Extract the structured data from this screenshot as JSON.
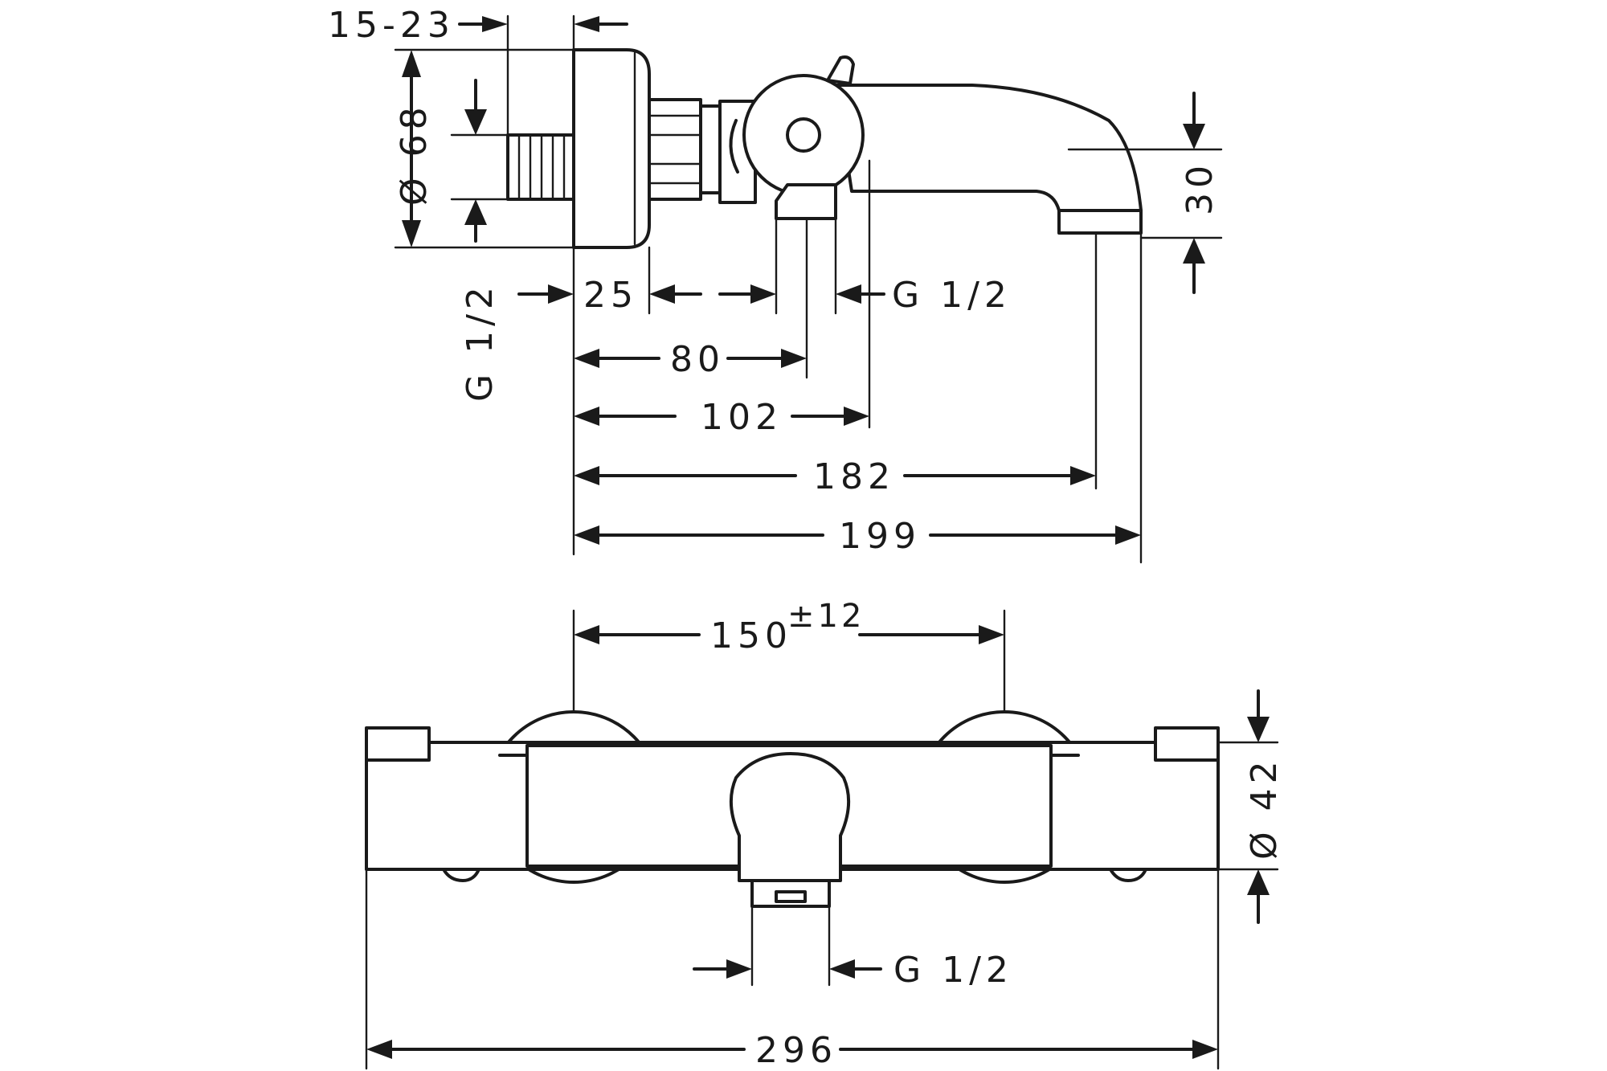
{
  "side_view": {
    "dims": {
      "d15_23": "15-23",
      "d68": "Ø 68",
      "g_half_left": "G 1/2",
      "d25": "25",
      "g_half_right": "G 1/2",
      "d80": "80",
      "d102": "102",
      "d182": "182",
      "d199": "199",
      "d30": "30"
    }
  },
  "top_view": {
    "dims": {
      "d150": "150",
      "tol": "±12",
      "d42": "Ø 42",
      "g_half": "G 1/2",
      "d296": "296"
    }
  }
}
